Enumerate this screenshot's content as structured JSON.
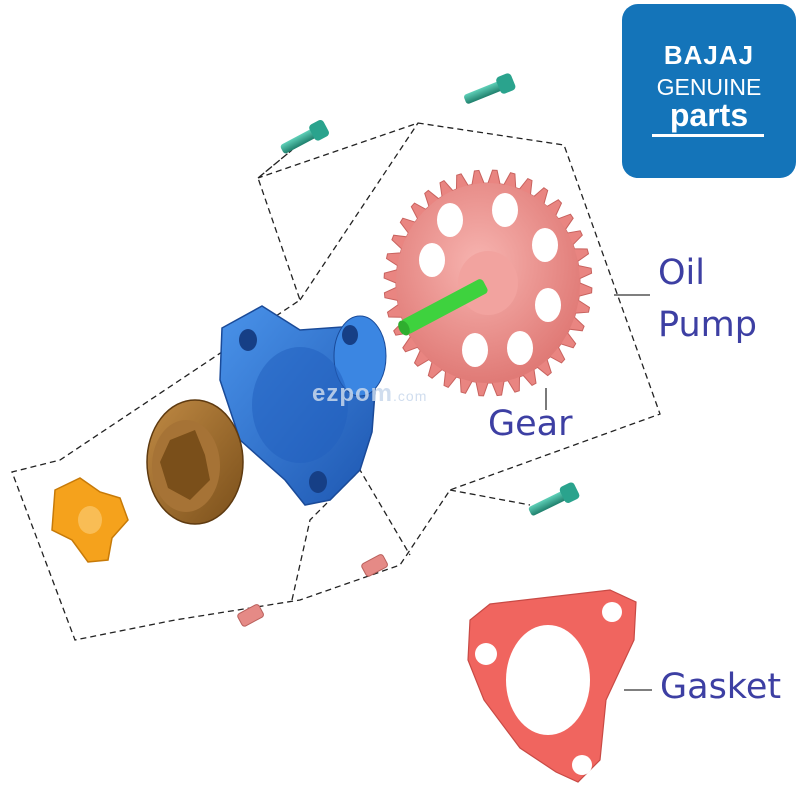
{
  "brand_logo": {
    "brand": "BAJAJ",
    "line1": "GENUINE",
    "line2": "parts",
    "background_color": "#1474b9",
    "text_color": "#ffffff"
  },
  "callouts": {
    "oil_pump_line1": "Oil",
    "oil_pump_line2": "Pump",
    "gear": "Gear",
    "gasket": "Gasket",
    "label_color": "#3d3fa3"
  },
  "watermark": {
    "text": "ezpom",
    "suffix": ".com"
  },
  "colors": {
    "bolt": "#2aa38d",
    "gear": "#f08c88",
    "gear_shaft": "#3ed23e",
    "pump_body": "#2b74d3",
    "rotor_ring": "#9a6a2c",
    "inner_rotor": "#f5a21c",
    "dowel_pin": "#e58a86",
    "gasket": "#f0655f",
    "dash_line": "#222222"
  }
}
